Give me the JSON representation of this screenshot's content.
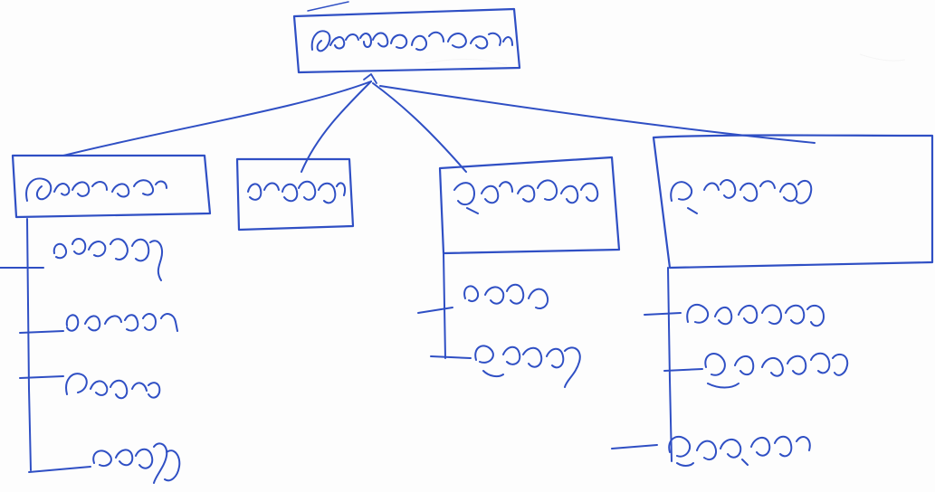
{
  "diagram": {
    "ink_color": "#2f4fc4",
    "paper_color": "#fdfdfd",
    "root": {
      "id": "root",
      "text_style": "handwritten Telugu script (illegible)"
    },
    "branches": [
      {
        "id": "branch-1",
        "children": [
          "child-1-1",
          "child-1-2",
          "child-1-3",
          "child-1-4"
        ]
      },
      {
        "id": "branch-2",
        "children": []
      },
      {
        "id": "branch-3",
        "children": [
          "child-3-1",
          "child-3-2"
        ]
      },
      {
        "id": "branch-4",
        "children": [
          "child-4-1",
          "child-4-2",
          "child-4-3"
        ]
      }
    ]
  }
}
